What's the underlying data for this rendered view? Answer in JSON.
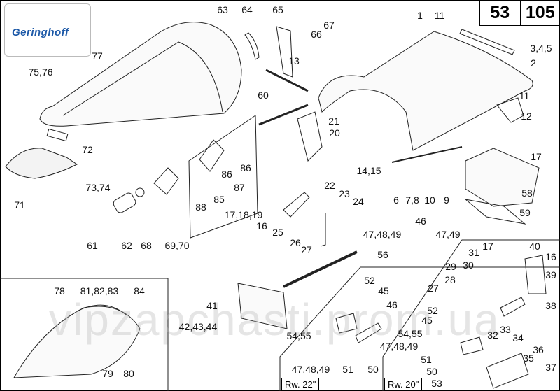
{
  "brand": "Geringhoff",
  "page": {
    "group": "53",
    "number": "105"
  },
  "watermark": "vipzapchasti.prom.ua",
  "variants": {
    "rw22": "Rw. 22\"",
    "rw20": "Rw. 20\""
  },
  "callouts": [
    "63",
    "64",
    "65",
    "67",
    "66",
    "1",
    "11",
    "3,4,5",
    "2",
    "77",
    "75,76",
    "13",
    "60",
    "11",
    "12",
    "21",
    "20",
    "72",
    "86",
    "86",
    "87",
    "14,15",
    "17",
    "58",
    "73,74",
    "71",
    "6",
    "7,8",
    "10",
    "9",
    "22",
    "23",
    "24",
    "88",
    "85",
    "17,18,19",
    "59",
    "16",
    "25",
    "46",
    "47,48,49",
    "47,49",
    "61",
    "62",
    "68",
    "69,70",
    "26",
    "27",
    "56",
    "41",
    "42,43,44",
    "52",
    "45",
    "46",
    "54,55",
    "47,48,49",
    "51",
    "50",
    "17",
    "40",
    "31",
    "16",
    "29",
    "30",
    "39",
    "28",
    "27",
    "38",
    "52",
    "45",
    "32",
    "33",
    "34",
    "54,55",
    "36",
    "47,48,49",
    "35",
    "37",
    "51",
    "50",
    "53",
    "78",
    "81,82,83",
    "84",
    "79",
    "80"
  ]
}
